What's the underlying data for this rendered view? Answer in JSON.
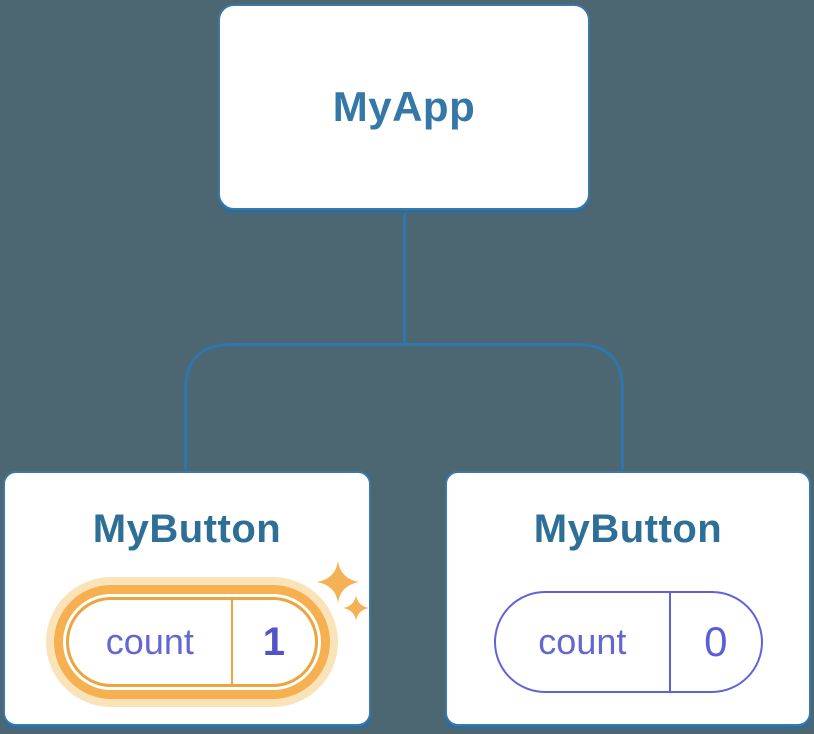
{
  "tree": {
    "root": {
      "label": "MyApp"
    },
    "children": [
      {
        "label": "MyButton",
        "state": {
          "name": "count",
          "value": "1"
        },
        "highlighted": true
      },
      {
        "label": "MyButton",
        "state": {
          "name": "count",
          "value": "0"
        },
        "highlighted": false
      }
    ]
  },
  "icons": {
    "sparkle_large": "sparkle-icon",
    "sparkle_small": "sparkle-icon"
  },
  "colors": {
    "background": "#4c6771",
    "connector_blue": "#2e76ab",
    "card_border_blue": "#3a79a7",
    "node_label_blue": "#2e6f97",
    "root_label_blue": "#3578a8",
    "state_indigo": "#5f63d8",
    "state_value_indigo": "#5154c6",
    "highlight_orange": "#f6b04f",
    "highlight_halo": "#fae3b8",
    "sparkle_orange": "#f5b254"
  }
}
